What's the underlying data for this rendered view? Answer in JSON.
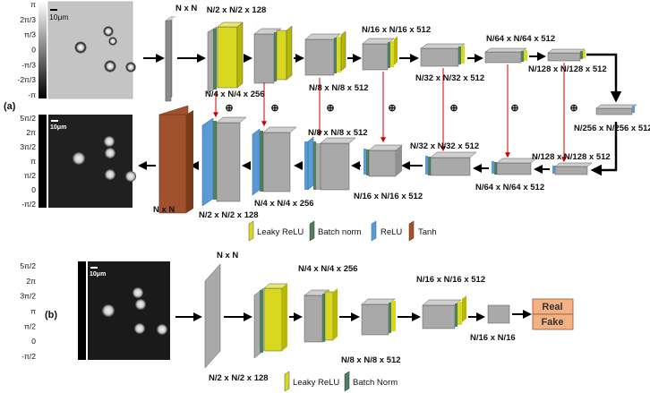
{
  "panel_a": {
    "label": "(a)",
    "input_image": {
      "colorbar_ticks": [
        "π",
        "2π/3",
        "π/3",
        "0",
        "-π/3",
        "-2π/3",
        "-π"
      ],
      "scale_bar": "10μm"
    },
    "output_image": {
      "colorbar_ticks": [
        "5π/2",
        "2π",
        "3π/2",
        "π",
        "π/2",
        "0",
        "-π/2"
      ],
      "scale_bar": "10μm"
    },
    "encoder_labels": [
      "N x N",
      "N/2 x N/2 x 128",
      "N/4 x N/4 x 256",
      "N/8 x N/8 x 512",
      "N/16 x N/16 x 512",
      "N/32 x N/32 x 512",
      "N/64 x N/64 x 512",
      "N/128 x N/128 x 512",
      "N/256 x N/256 x 512"
    ],
    "decoder_labels": [
      "N/128 x N/128 x 512",
      "N/64 x N/64 x 512",
      "N/32 x N/32 x 512",
      "N/16 x N/16 x 512",
      "N/8 x N/8 x 512",
      "N/4 x N/4 x 256",
      "N/2 x N/2 x 128",
      "N x N"
    ],
    "concat_symbol": "⊕",
    "legend": [
      "Leaky ReLU",
      "Batch norm",
      "ReLU",
      "Tanh"
    ]
  },
  "panel_b": {
    "label": "(b)",
    "input_image": {
      "colorbar_ticks": [
        "5π/2",
        "2π",
        "3π/2",
        "π",
        "π/2",
        "0",
        "-π/2"
      ],
      "scale_bar": "10μm"
    },
    "layer_labels": [
      "N x N",
      "N/2 x N/2 x 128",
      "N/4 x N/4 x 256",
      "N/8 x N/8 x 512",
      "N/16 x N/16 x 512",
      "N/16 x N/16"
    ],
    "outputs": [
      "Real",
      "Fake"
    ],
    "legend": [
      "Leaky ReLU",
      "Batch Norm"
    ]
  },
  "colors": {
    "leaky_relu": "#d8d820",
    "batch_norm": "#4f7f5f",
    "relu": "#5b9bd5",
    "tanh": "#a0522d",
    "block": "#a9a9a9",
    "skip_arrow": "#d00000",
    "real_fake": "#f4b183"
  }
}
